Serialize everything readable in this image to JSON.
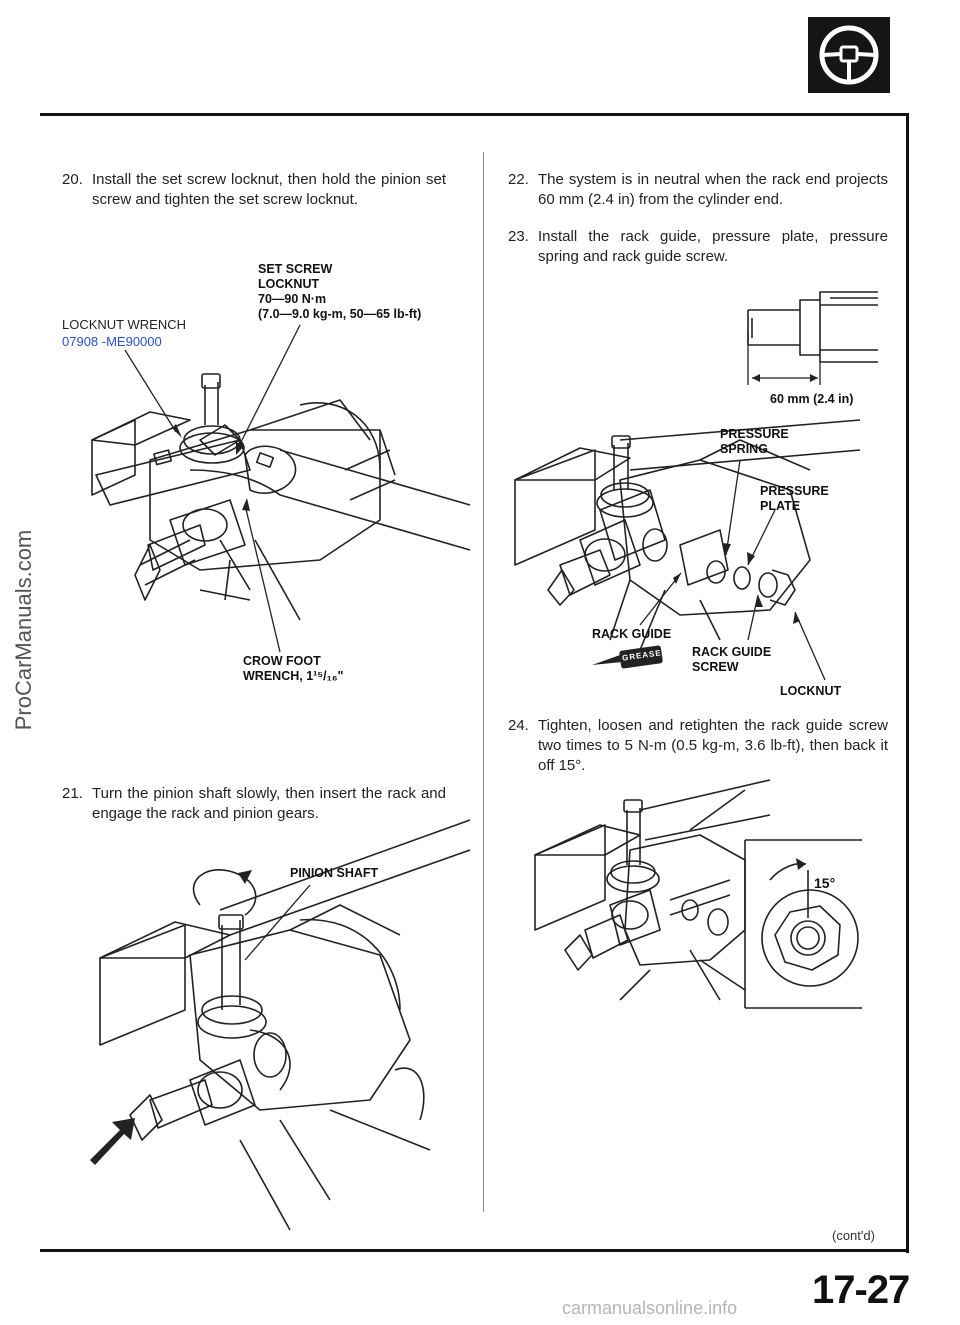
{
  "side_watermark": "ProCarManuals.com",
  "bottom_watermark": "carmanualsonline.info",
  "steps": [
    {
      "num": "20.",
      "text": "Install the set screw locknut, then hold the pinion set screw and tighten the set screw locknut."
    },
    {
      "num": "21.",
      "text": "Turn the pinion shaft slowly, then insert the rack and engage the rack and pinion gears."
    },
    {
      "num": "22.",
      "text": "The system is in neutral when the rack end projects 60 mm (2.4 in) from the cylinder end."
    },
    {
      "num": "23.",
      "text": "Install the rack guide, pressure plate, pressure spring and rack guide screw."
    },
    {
      "num": "24.",
      "text": "Tighten, loosen and retighten the rack guide screw two times to 5 N-m (0.5 kg-m, 3.6 lb-ft), then back it off 15°."
    }
  ],
  "fig1": {
    "set_screw_locknut": "SET SCREW\nLOCKNUT\n70—90 N·m\n(7.0—9.0 kg-m, 50—65 lb-ft)",
    "locknut_wrench": "LOCKNUT WRENCH",
    "tool_number": "07908 -ME90000",
    "crow_foot": "CROW FOOT\nWRENCH, 1¹⁵/₁₆\""
  },
  "fig2": {
    "pinion_shaft": "PINION SHAFT"
  },
  "fig3": {
    "dimension": "60 mm (2.4 in)",
    "pressure_spring": "PRESSURE\nSPRING",
    "pressure_plate": "PRESSURE\nPLATE",
    "rack_guide": "RACK GUIDE",
    "grease": "GREASE",
    "rack_guide_screw": "RACK GUIDE\nSCREW",
    "locknut": "LOCKNUT"
  },
  "fig4": {
    "angle": "15°"
  },
  "cont": "(cont'd)",
  "page_number": "17-27"
}
